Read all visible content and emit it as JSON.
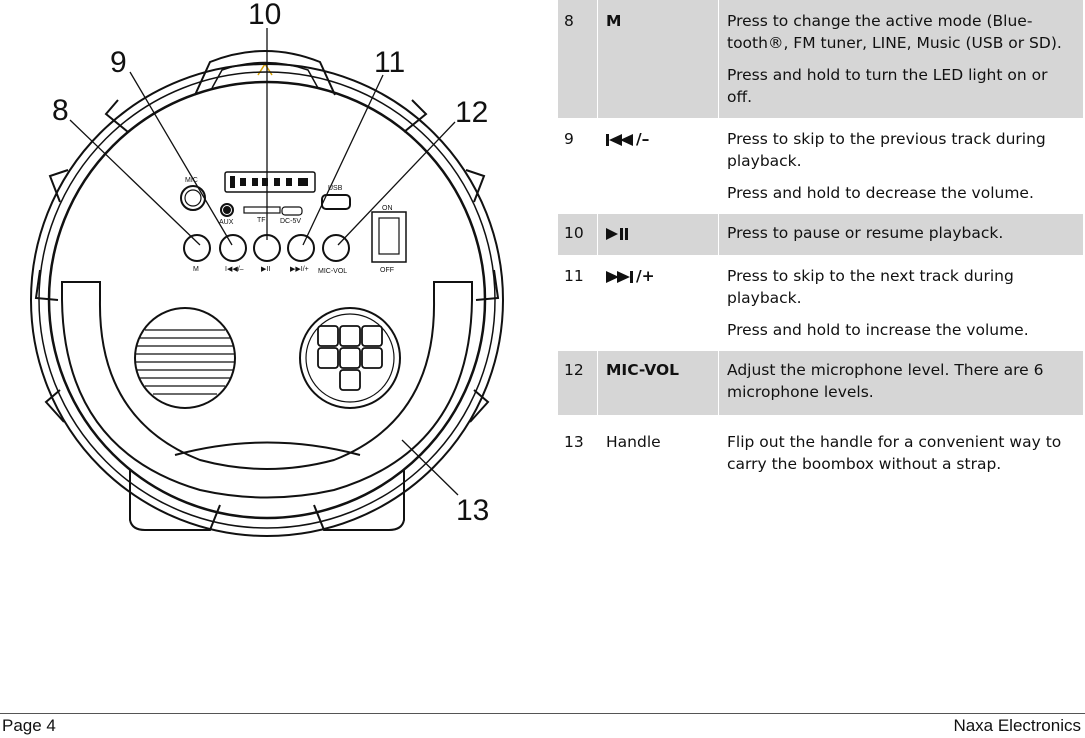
{
  "diagram": {
    "callouts": [
      "8",
      "9",
      "10",
      "11",
      "12",
      "13"
    ],
    "panel_labels": {
      "mic": "MIC",
      "aux": "AUX",
      "tf": "TF",
      "dc": "DC-5V",
      "usb": "USB",
      "on": "ON",
      "off": "OFF",
      "m": "M",
      "prev": "I◀◀/–",
      "play": "▶II",
      "next": "▶▶I/+",
      "micvol": "MIC-VOL"
    }
  },
  "table": {
    "rows": [
      {
        "num": "8",
        "name": "M",
        "icon": "",
        "desc": [
          "Press to change the active mode (Blue-tooth®, FM tuner, LINE, Music (USB or SD).",
          "Press and hold to turn the LED light on or off."
        ],
        "shaded": true
      },
      {
        "num": "9",
        "name": "/–",
        "icon": "skip-previous-icon",
        "desc": [
          "Press to skip to the previous track during playback.",
          "Press and hold to decrease the volume."
        ],
        "shaded": false
      },
      {
        "num": "10",
        "name": "",
        "icon": "play-pause-icon",
        "desc": [
          "Press to pause or resume playback."
        ],
        "shaded": true
      },
      {
        "num": "11",
        "name": "/+",
        "icon": "skip-next-icon",
        "desc": [
          "Press to skip to the next track during playback.",
          "Press and hold to increase the volume."
        ],
        "shaded": false
      },
      {
        "num": "12",
        "name": "MIC-VOL",
        "icon": "",
        "desc": [
          "Adjust the microphone level. There are 6 microphone levels."
        ],
        "shaded": true
      },
      {
        "num": "13",
        "name": "Handle",
        "icon": "",
        "desc": [
          "Flip out the handle for a convenient way to carry the boombox without a strap."
        ],
        "shaded": false
      }
    ]
  },
  "footer": {
    "page": "Page 4",
    "company": "Naxa Electronics"
  }
}
